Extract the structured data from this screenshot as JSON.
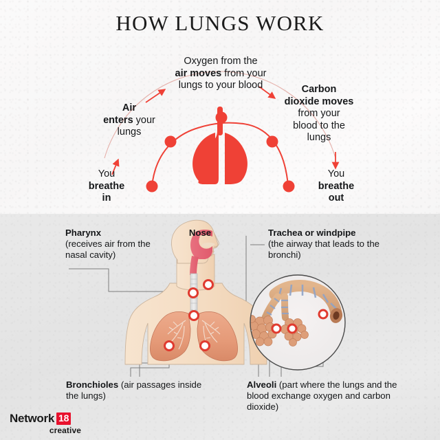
{
  "title": "HOW LUNGS WORK",
  "colors": {
    "accent_red": "#ef4136",
    "arc_line": "#e0756a",
    "top_bg": "#f8f7f7",
    "bottom_bg": "#e6e6e6",
    "text": "#16181a",
    "leader_line": "#7d7d7d",
    "logo_red": "#e8112d"
  },
  "flow": {
    "breathe_in": {
      "line1": "You",
      "line2": "breathe",
      "line3": "in"
    },
    "air_enters": {
      "bold": "Air",
      "bold2": "enters",
      "rest": " your",
      "line3": "lungs"
    },
    "oxygen": {
      "line1": "Oxygen from the",
      "bold": "air moves",
      "rest": " from your",
      "line3": "lungs to your blood"
    },
    "carbon": {
      "bold1": "Carbon",
      "bold2": "dioxide moves",
      "line3": "from your",
      "line4": "blood to the",
      "line5": "lungs"
    },
    "breathe_out": {
      "line1": "You",
      "line2": "breathe",
      "line3": "out"
    }
  },
  "anatomy": {
    "pharynx": {
      "bold": "Pharynx",
      "rest": "(receives air from the nasal cavity)"
    },
    "nose": {
      "bold": "Nose"
    },
    "trachea": {
      "bold": "Trachea or windpipe",
      "rest": "(the airway that leads to the bronchi)"
    },
    "bronchioles": {
      "bold": "Bronchioles",
      "rest": " (air passages inside the lungs)"
    },
    "alveoli": {
      "bold": "Alveoli",
      "rest": " (part where the lungs and the blood exchange oxygen and carbon dioxide)"
    }
  },
  "logo": {
    "name": "Network",
    "number": "18",
    "tagline": "creative"
  },
  "icons": {
    "lungs": "lungs-icon",
    "torso": "human-torso-icon",
    "inset": "bronchi-alveoli-inset-icon"
  }
}
